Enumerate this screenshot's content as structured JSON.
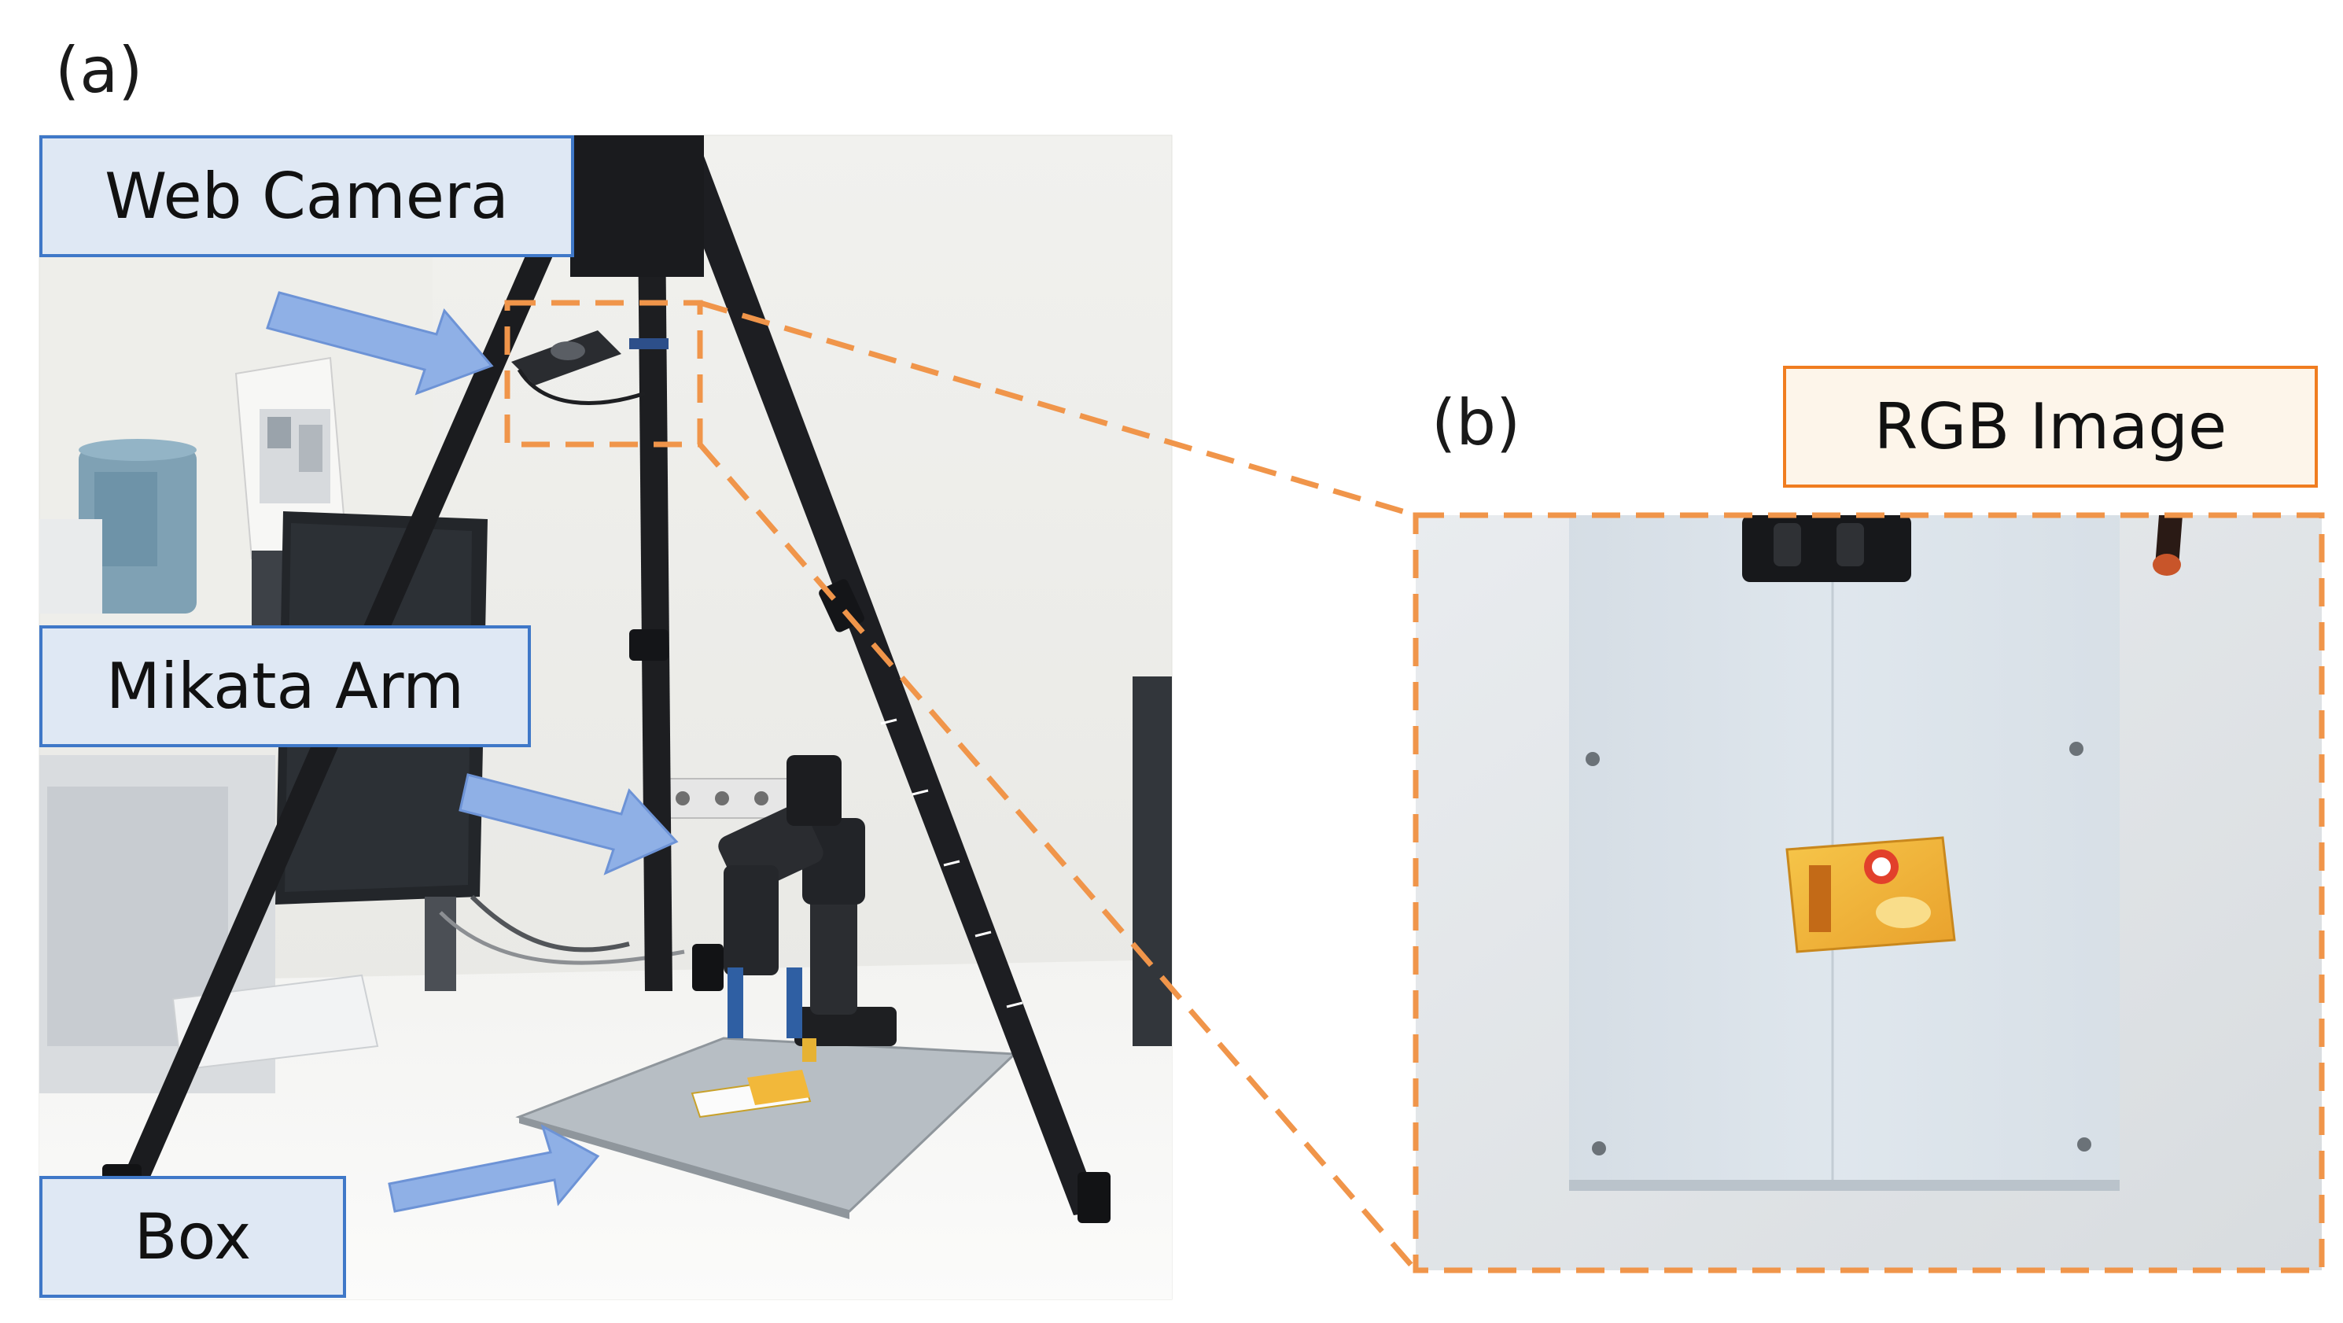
{
  "panel_a": {
    "letter": "(a)"
  },
  "panel_b": {
    "letter": "(b)"
  },
  "labels": {
    "web_camera": "Web Camera",
    "mikata_arm": "Mikata Arm",
    "box": "Box",
    "rgb_image": "RGB Image"
  },
  "colors": {
    "label_fill_blue": "#dfe8f4",
    "label_border_blue": "#3f78c8",
    "arrow_blue": "#8fb0e6",
    "highlight_orange": "#f0954a"
  }
}
